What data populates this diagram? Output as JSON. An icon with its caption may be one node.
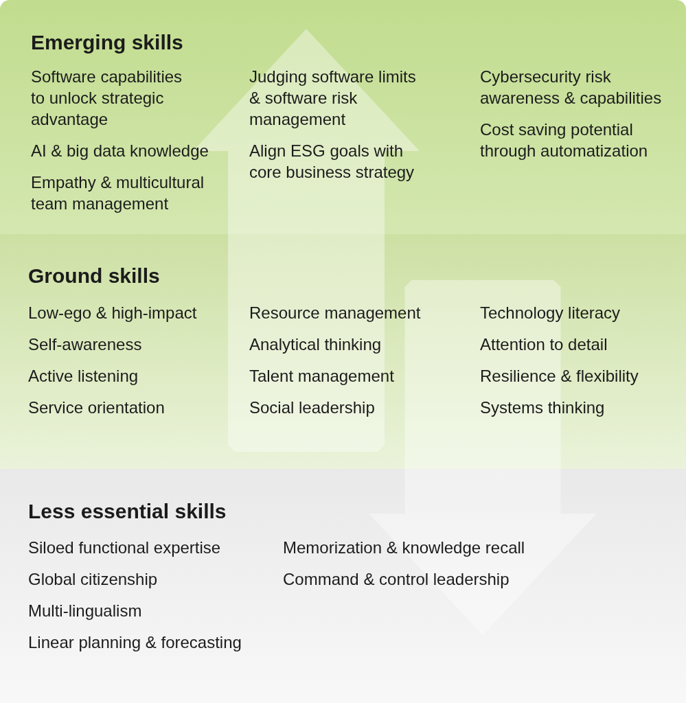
{
  "diagram": {
    "nodes": [
      {
        "text": [
          "Emerging skills",
          "Software capabilities to unlock strategic advantage",
          "AI & big data knowledge",
          "Empathy & multicultural team management",
          "Judging software limits & software risk management",
          "Align ESG goals with core business strategy",
          "Cybersecurity risk awareness & capabilities",
          "Cost saving potential through automatization"
        ]
      },
      {
        "text": [
          "Ground skills",
          "Low-ego & high-impact",
          "Self-awareness",
          "Active listening",
          "Service orientation",
          "Resource management",
          "Analytical thinking",
          "Talent management",
          "Social leadership",
          "Technology literacy",
          "Attention to detail",
          "Resilience & flexibility",
          "Systems thinking"
        ]
      },
      {
        "text": [
          "Less essential skills",
          "Siloed functional expertise",
          "Global citizenship",
          "Multi-lingualism",
          "Linear planning & forecasting",
          "Memorization & knowledge recall",
          "Command & control leadership"
        ]
      }
    ],
    "edges": [
      {
        "from": 1,
        "to": 0,
        "arrow": "to"
      },
      {
        "from": 1,
        "to": 2,
        "arrow": "to"
      }
    ]
  }
}
